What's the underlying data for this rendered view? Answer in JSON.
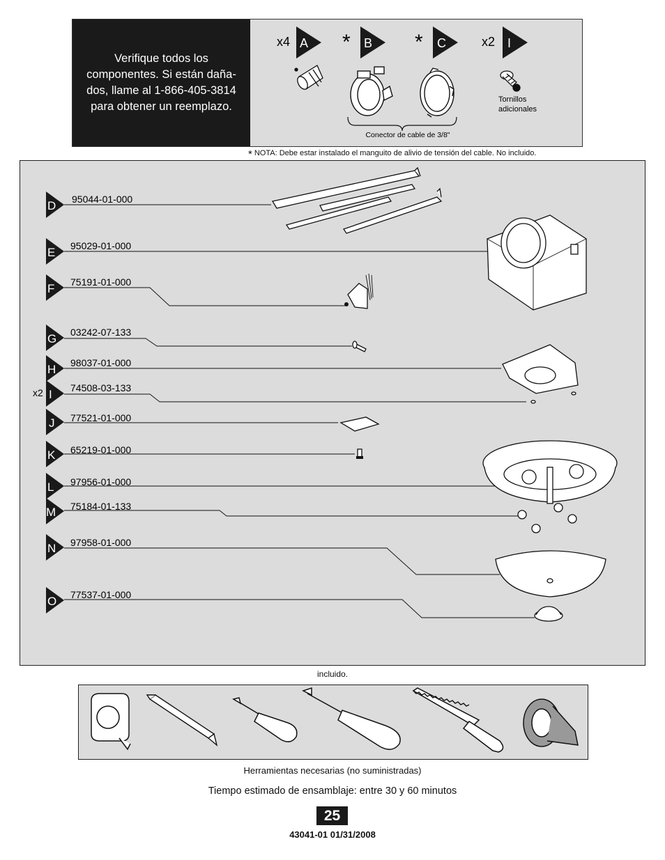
{
  "notice": {
    "lines": [
      "Verifique todos los",
      "componentes. Si están daña-",
      "dos, llame al 1-866-405-3814",
      "para obtener un reemplazo."
    ]
  },
  "top_parts": [
    {
      "qty": "x4",
      "letter": "A",
      "mark": ""
    },
    {
      "qty": "",
      "letter": "B",
      "mark": "*"
    },
    {
      "qty": "",
      "letter": "C",
      "mark": "*"
    },
    {
      "qty": "x2",
      "letter": "I",
      "mark": ""
    }
  ],
  "connector_label": "Conector de cable de 3/8\"",
  "screws_label": [
    "Tornillos",
    "adicionales"
  ],
  "note": {
    "star": "*",
    "text": "NOTA: Debe estar instalado el manguito de alivio de tensión del cable.  No incluido."
  },
  "parts": [
    {
      "letter": "D",
      "number": "95044-01-000",
      "qty": ""
    },
    {
      "letter": "E",
      "number": "95029-01-000",
      "qty": ""
    },
    {
      "letter": "F",
      "number": "75191-01-000",
      "qty": ""
    },
    {
      "letter": "G",
      "number": "03242-07-133",
      "qty": ""
    },
    {
      "letter": "H",
      "number": "98037-01-000",
      "qty": ""
    },
    {
      "letter": "I",
      "number": "74508-03-133",
      "qty": "x2"
    },
    {
      "letter": "J",
      "number": "77521-01-000",
      "qty": ""
    },
    {
      "letter": "K",
      "number": "65219-01-000",
      "qty": ""
    },
    {
      "letter": "L",
      "number": "97956-01-000",
      "qty": ""
    },
    {
      "letter": "M",
      "number": "75184-01-133",
      "qty": ""
    },
    {
      "letter": "N",
      "number": "97958-01-000",
      "qty": ""
    },
    {
      "letter": "O",
      "number": "77537-01-000",
      "qty": ""
    }
  ],
  "incluido": "incluido.",
  "tools": [
    {
      "icon": "tape-measure-icon"
    },
    {
      "icon": "pencil-icon"
    },
    {
      "icon": "phillips-screwdriver-icon"
    },
    {
      "icon": "flathead-screwdriver-icon"
    },
    {
      "icon": "drywall-saw-icon"
    },
    {
      "icon": "electrical-tape-icon"
    }
  ],
  "tools_caption": "Herramientas necesarias (no suministradas)",
  "assembly_time": "Tiempo estimado de ensamblaje: entre 30 y 60 minutos",
  "page_number": "25",
  "doc_id": "43041-01  01/31/2008",
  "colors": {
    "panel": "#dcdcdc",
    "dark": "#1a1a1a"
  }
}
